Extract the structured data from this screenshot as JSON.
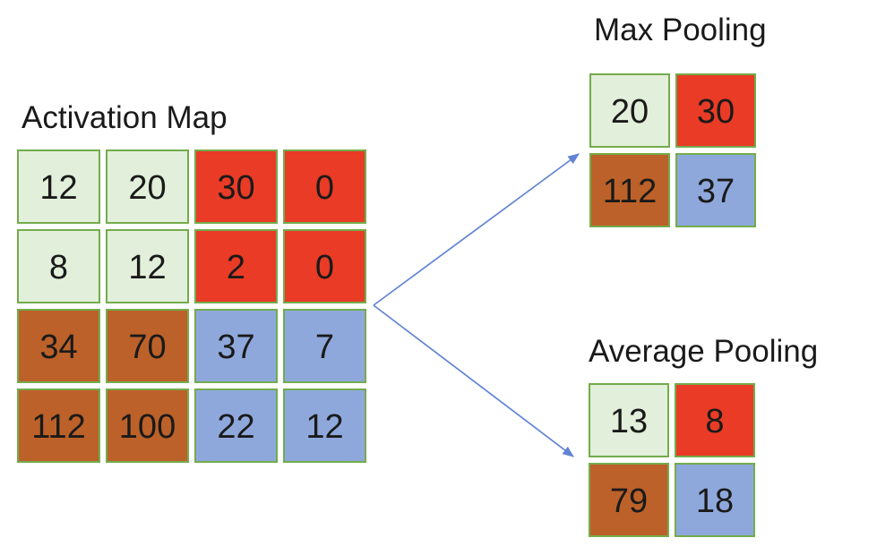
{
  "activation_map": {
    "title": "Activation Map",
    "grid": [
      [
        {
          "v": "12",
          "c": "green"
        },
        {
          "v": "20",
          "c": "green"
        },
        {
          "v": "30",
          "c": "red"
        },
        {
          "v": "0",
          "c": "red"
        }
      ],
      [
        {
          "v": "8",
          "c": "green"
        },
        {
          "v": "12",
          "c": "green"
        },
        {
          "v": "2",
          "c": "red"
        },
        {
          "v": "0",
          "c": "red"
        }
      ],
      [
        {
          "v": "34",
          "c": "brown"
        },
        {
          "v": "70",
          "c": "brown"
        },
        {
          "v": "37",
          "c": "blue"
        },
        {
          "v": "7",
          "c": "blue"
        }
      ],
      [
        {
          "v": "112",
          "c": "brown"
        },
        {
          "v": "100",
          "c": "brown"
        },
        {
          "v": "22",
          "c": "blue"
        },
        {
          "v": "12",
          "c": "blue"
        }
      ]
    ]
  },
  "max_pooling": {
    "title": "Max Pooling",
    "grid": [
      [
        {
          "v": "20",
          "c": "green"
        },
        {
          "v": "30",
          "c": "red"
        }
      ],
      [
        {
          "v": "112",
          "c": "brown"
        },
        {
          "v": "37",
          "c": "blue"
        }
      ]
    ]
  },
  "average_pooling": {
    "title": "Average Pooling",
    "grid": [
      [
        {
          "v": "13",
          "c": "green"
        },
        {
          "v": "8",
          "c": "red"
        }
      ],
      [
        {
          "v": "79",
          "c": "brown"
        },
        {
          "v": "18",
          "c": "blue"
        }
      ]
    ]
  },
  "colors": {
    "light_green_fill": "#E2EFDA",
    "red_fill": "#E93B26",
    "brown_fill": "#BC6129",
    "blue_fill": "#8FA8DC",
    "cell_border": "#73AC4C",
    "arrow": "#6283D3",
    "text": "#1A1A1A",
    "background": "#FFFFFF"
  }
}
